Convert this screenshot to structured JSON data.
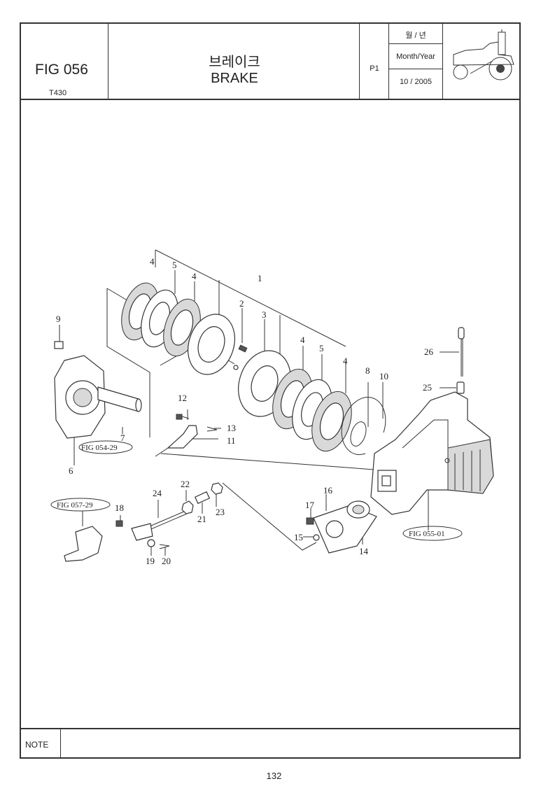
{
  "header": {
    "fig_number": "FIG 056",
    "model": "T430",
    "title_ko": "브레이크",
    "title_en": "BRAKE",
    "page_code": "P1",
    "month_year_ko": "월 / 년",
    "month_year_en": "Month/Year",
    "date": "10 / 2005"
  },
  "callouts": [
    "1",
    "2",
    "3",
    "4",
    "5",
    "4",
    "4",
    "5",
    "4",
    "6",
    "7",
    "8",
    "9",
    "10",
    "11",
    "12",
    "13",
    "14",
    "15",
    "16",
    "17",
    "18",
    "19",
    "20",
    "21",
    "22",
    "23",
    "24",
    "25",
    "26"
  ],
  "references": [
    "FIG 054-29",
    "FIG 057-29",
    "FIG 055-01"
  ],
  "footer": {
    "note_label": "NOTE",
    "page_number": "132"
  }
}
